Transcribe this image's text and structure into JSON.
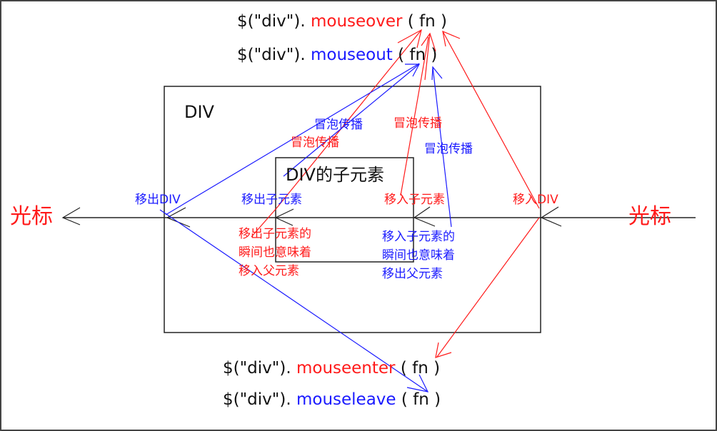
{
  "code_lines": {
    "mouseover": {
      "prefix": "$(\"div\"). ",
      "method": "mouseover",
      "suffix": " ( fn )"
    },
    "mouseout": {
      "prefix": "$(\"div\"). ",
      "method": "mouseout",
      "suffix": " ( fn )"
    },
    "mouseenter": {
      "prefix": "$(\"div\"). ",
      "method": "mouseenter",
      "suffix": " ( fn )"
    },
    "mouseleave": {
      "prefix": "$(\"div\"). ",
      "method": "mouseleave",
      "suffix": " ( fn )"
    }
  },
  "boxes": {
    "outer_title": "DIV",
    "inner_title": "DIV的子元素"
  },
  "labels": {
    "bubble_blue_1": "冒泡传播",
    "bubble_red_1": "冒泡传播",
    "bubble_red_2": "冒泡传播",
    "bubble_blue_2": "冒泡传播",
    "leave_div": "移出DIV",
    "leave_child": "移出子元素",
    "enter_child": "移入子元素",
    "enter_div": "移入DIV",
    "leave_child_note": "移出子元素的\n瞬间也意味着\n移入父元素",
    "enter_child_note": "移入子元素的\n瞬间也意味着\n移出父元素",
    "cursor_left": "光标",
    "cursor_right": "光标"
  },
  "colors": {
    "enter": "#ff1a1a",
    "leave": "#1a1aff",
    "text": "#111111",
    "line": "#222222"
  }
}
